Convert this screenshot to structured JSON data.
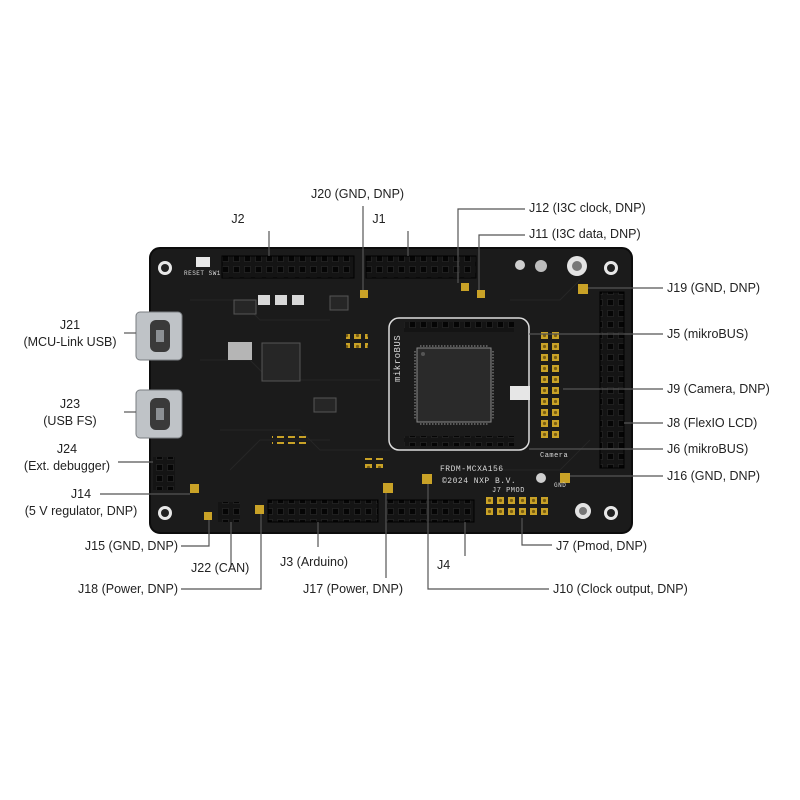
{
  "diagram": {
    "labels": {
      "j2": "J2",
      "j20": "J20 (GND, DNP)",
      "j1": "J1",
      "j12": "J12 (I3C clock, DNP)",
      "j11": "J11 (I3C data, DNP)",
      "j19": "J19 (GND, DNP)",
      "j21_name": "J21",
      "j21_desc": "(MCU-Link USB)",
      "j5": "J5 (mikroBUS)",
      "j23_name": "J23",
      "j23_desc": "(USB FS)",
      "j9": "J9 (Camera, DNP)",
      "j8": "J8 (FlexIO LCD)",
      "j24_name": "J24",
      "j24_desc": "(Ext. debugger)",
      "j6": "J6 (mikroBUS)",
      "j16": "J16 (GND, DNP)",
      "j14_name": "J14",
      "j14_desc": "(5 V regulator, DNP)",
      "j15": "J15 (GND, DNP)",
      "j22": "J22 (CAN)",
      "j3": "J3 (Arduino)",
      "j4": "J4",
      "j7": "J7 (Pmod, DNP)",
      "j18": "J18 (Power, DNP)",
      "j17": "J17 (Power, DNP)",
      "j10": "J10 (Clock output, DNP)"
    },
    "board_text": {
      "part_number": "FRDM-MCXA156",
      "copyright": "©2024 NXP B.V.",
      "mikrobus": "mikroBUS",
      "camera": "Camera",
      "pmod": "J7 PMOD",
      "reset": "RESET SW1",
      "gnd": "GND"
    },
    "colors": {
      "board": "#1b1b1b",
      "header_pin": "#111111",
      "gold_pad": "#c9a227",
      "usb_metal": "#bfc3c7",
      "chip": "#2a2a2a",
      "leader_line": "#555555"
    }
  }
}
